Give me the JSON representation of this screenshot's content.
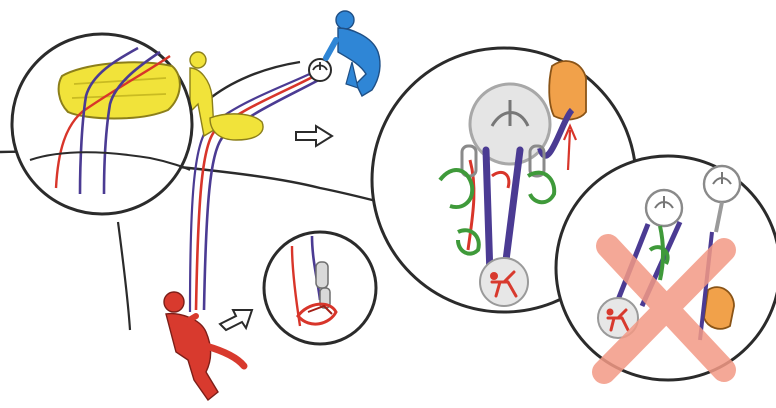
{
  "figure": {
    "colors": {
      "background": "#ffffff",
      "line_dark": "#2b2b2b",
      "rope_red": "#d8352a",
      "rope_purple": "#4b3b93",
      "yellow_figure": "#f1e33a",
      "blue_figure": "#2f86d6",
      "red_figure": "#d83a2e",
      "green_prusik": "#3f9a3a",
      "orange_anchor": "#f1a14a",
      "cross_mark": "#f39a86",
      "circle_fill": "#ffffff",
      "gray_hardware": "#b9b9b9"
    },
    "icons": {
      "arrow_1": "outline-arrow-right",
      "arrow_2": "outline-arrow-up-right"
    },
    "panels": {
      "edge_detail": "rope-over-edge-protector",
      "main_system": "correct-pulley-system",
      "bottom_detail": "connection-at-casualty",
      "wrong_system": "incorrect-pulley-system"
    }
  }
}
